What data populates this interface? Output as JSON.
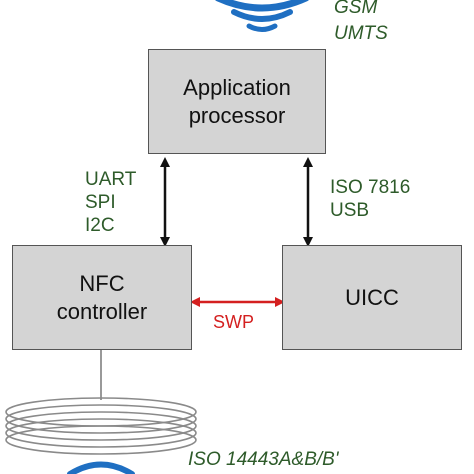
{
  "blocks": {
    "app_processor": "Application\nprocessor",
    "nfc_controller": "NFC\ncontroller",
    "uicc": "UICC"
  },
  "labels": {
    "gsm": "GSM",
    "umts": "UMTS",
    "uart_spi_i2c": "UART\nSPI\nI2C",
    "iso7816_usb": "ISO 7816\nUSB",
    "swp": "SWP",
    "iso14443": "ISO 14443A&B/B'"
  },
  "colors": {
    "box_fill": "#d4d4d4",
    "box_border": "#555555",
    "label_green": "#2e5b2a",
    "swp_red": "#d42020",
    "antenna_blue": "#1f6fc2",
    "coil_gray": "#8a8a8a"
  }
}
